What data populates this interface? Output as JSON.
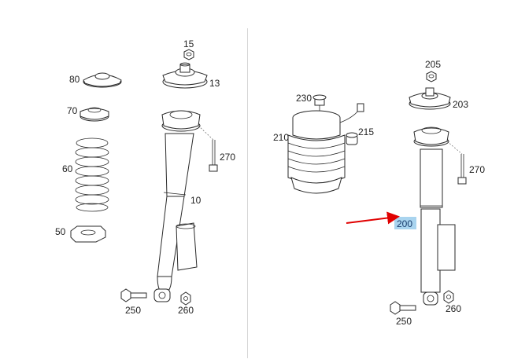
{
  "diagram": {
    "highlight_color": "#a9d4ef",
    "arrow_color": "#e00000",
    "left_panel": {
      "labels": {
        "p15": "15",
        "p13": "13",
        "p80": "80",
        "p70": "70",
        "p60": "60",
        "p50": "50",
        "p270": "270",
        "p10": "10",
        "p250": "250",
        "p260": "260"
      }
    },
    "right_panel": {
      "labels": {
        "p205": "205",
        "p203": "203",
        "p230": "230",
        "p215": "215",
        "p210": "210",
        "p270": "270",
        "p200": "200",
        "p250": "250",
        "p260": "260"
      },
      "highlighted_part": "200"
    }
  }
}
